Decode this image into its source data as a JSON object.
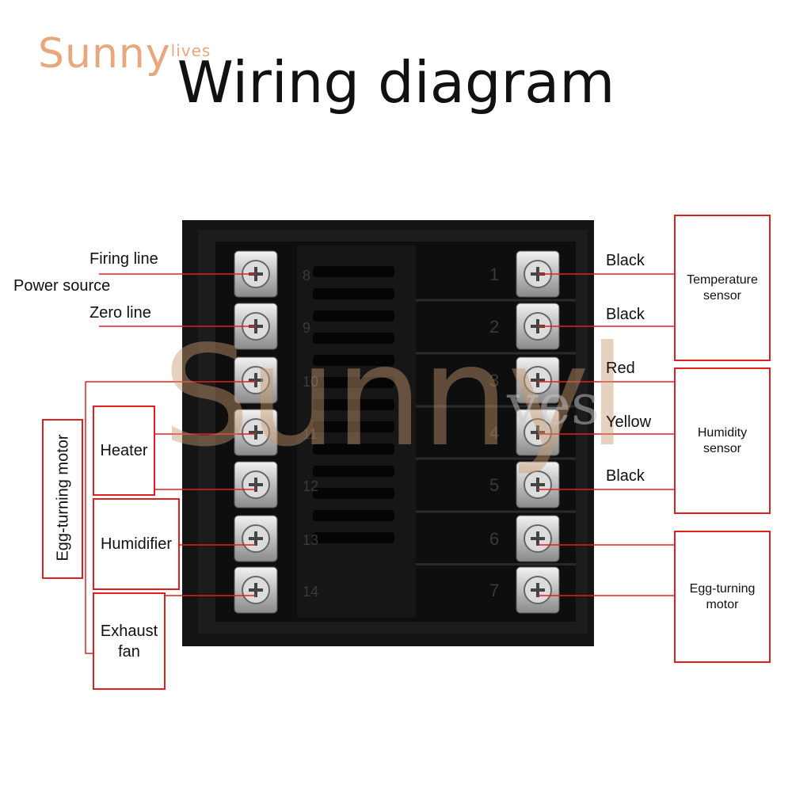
{
  "brand": {
    "logo_main": "Sunny",
    "logo_small": "lives",
    "watermark_main": "Sunnyl",
    "watermark_small": "ves"
  },
  "title": "Wiring diagram",
  "left_labels": {
    "firing_line": "Firing line",
    "power_source": "Power source",
    "zero_line": "Zero line"
  },
  "left_boxes": {
    "egg_turning_motor": "Egg-turning motor",
    "heater": "Heater",
    "humidifier": "Humidifier",
    "exhaust_fan": "Exhaust fan"
  },
  "right_labels": [
    "Black",
    "Black",
    "Red",
    "Yellow",
    "Black"
  ],
  "right_boxes": {
    "temperature_sensor": "Temperature sensor",
    "humidity_sensor": "Humidity sensor",
    "egg_turning_motor": "Egg-turning motor"
  },
  "terminals": {
    "left_numbers": [
      "8",
      "9",
      "10",
      "11",
      "12",
      "13",
      "14"
    ],
    "right_numbers": [
      "1",
      "2",
      "3",
      "4",
      "5",
      "6",
      "7"
    ]
  },
  "colors": {
    "wire": "#e02020",
    "device": "#141414",
    "logo": "#e8a87c"
  }
}
